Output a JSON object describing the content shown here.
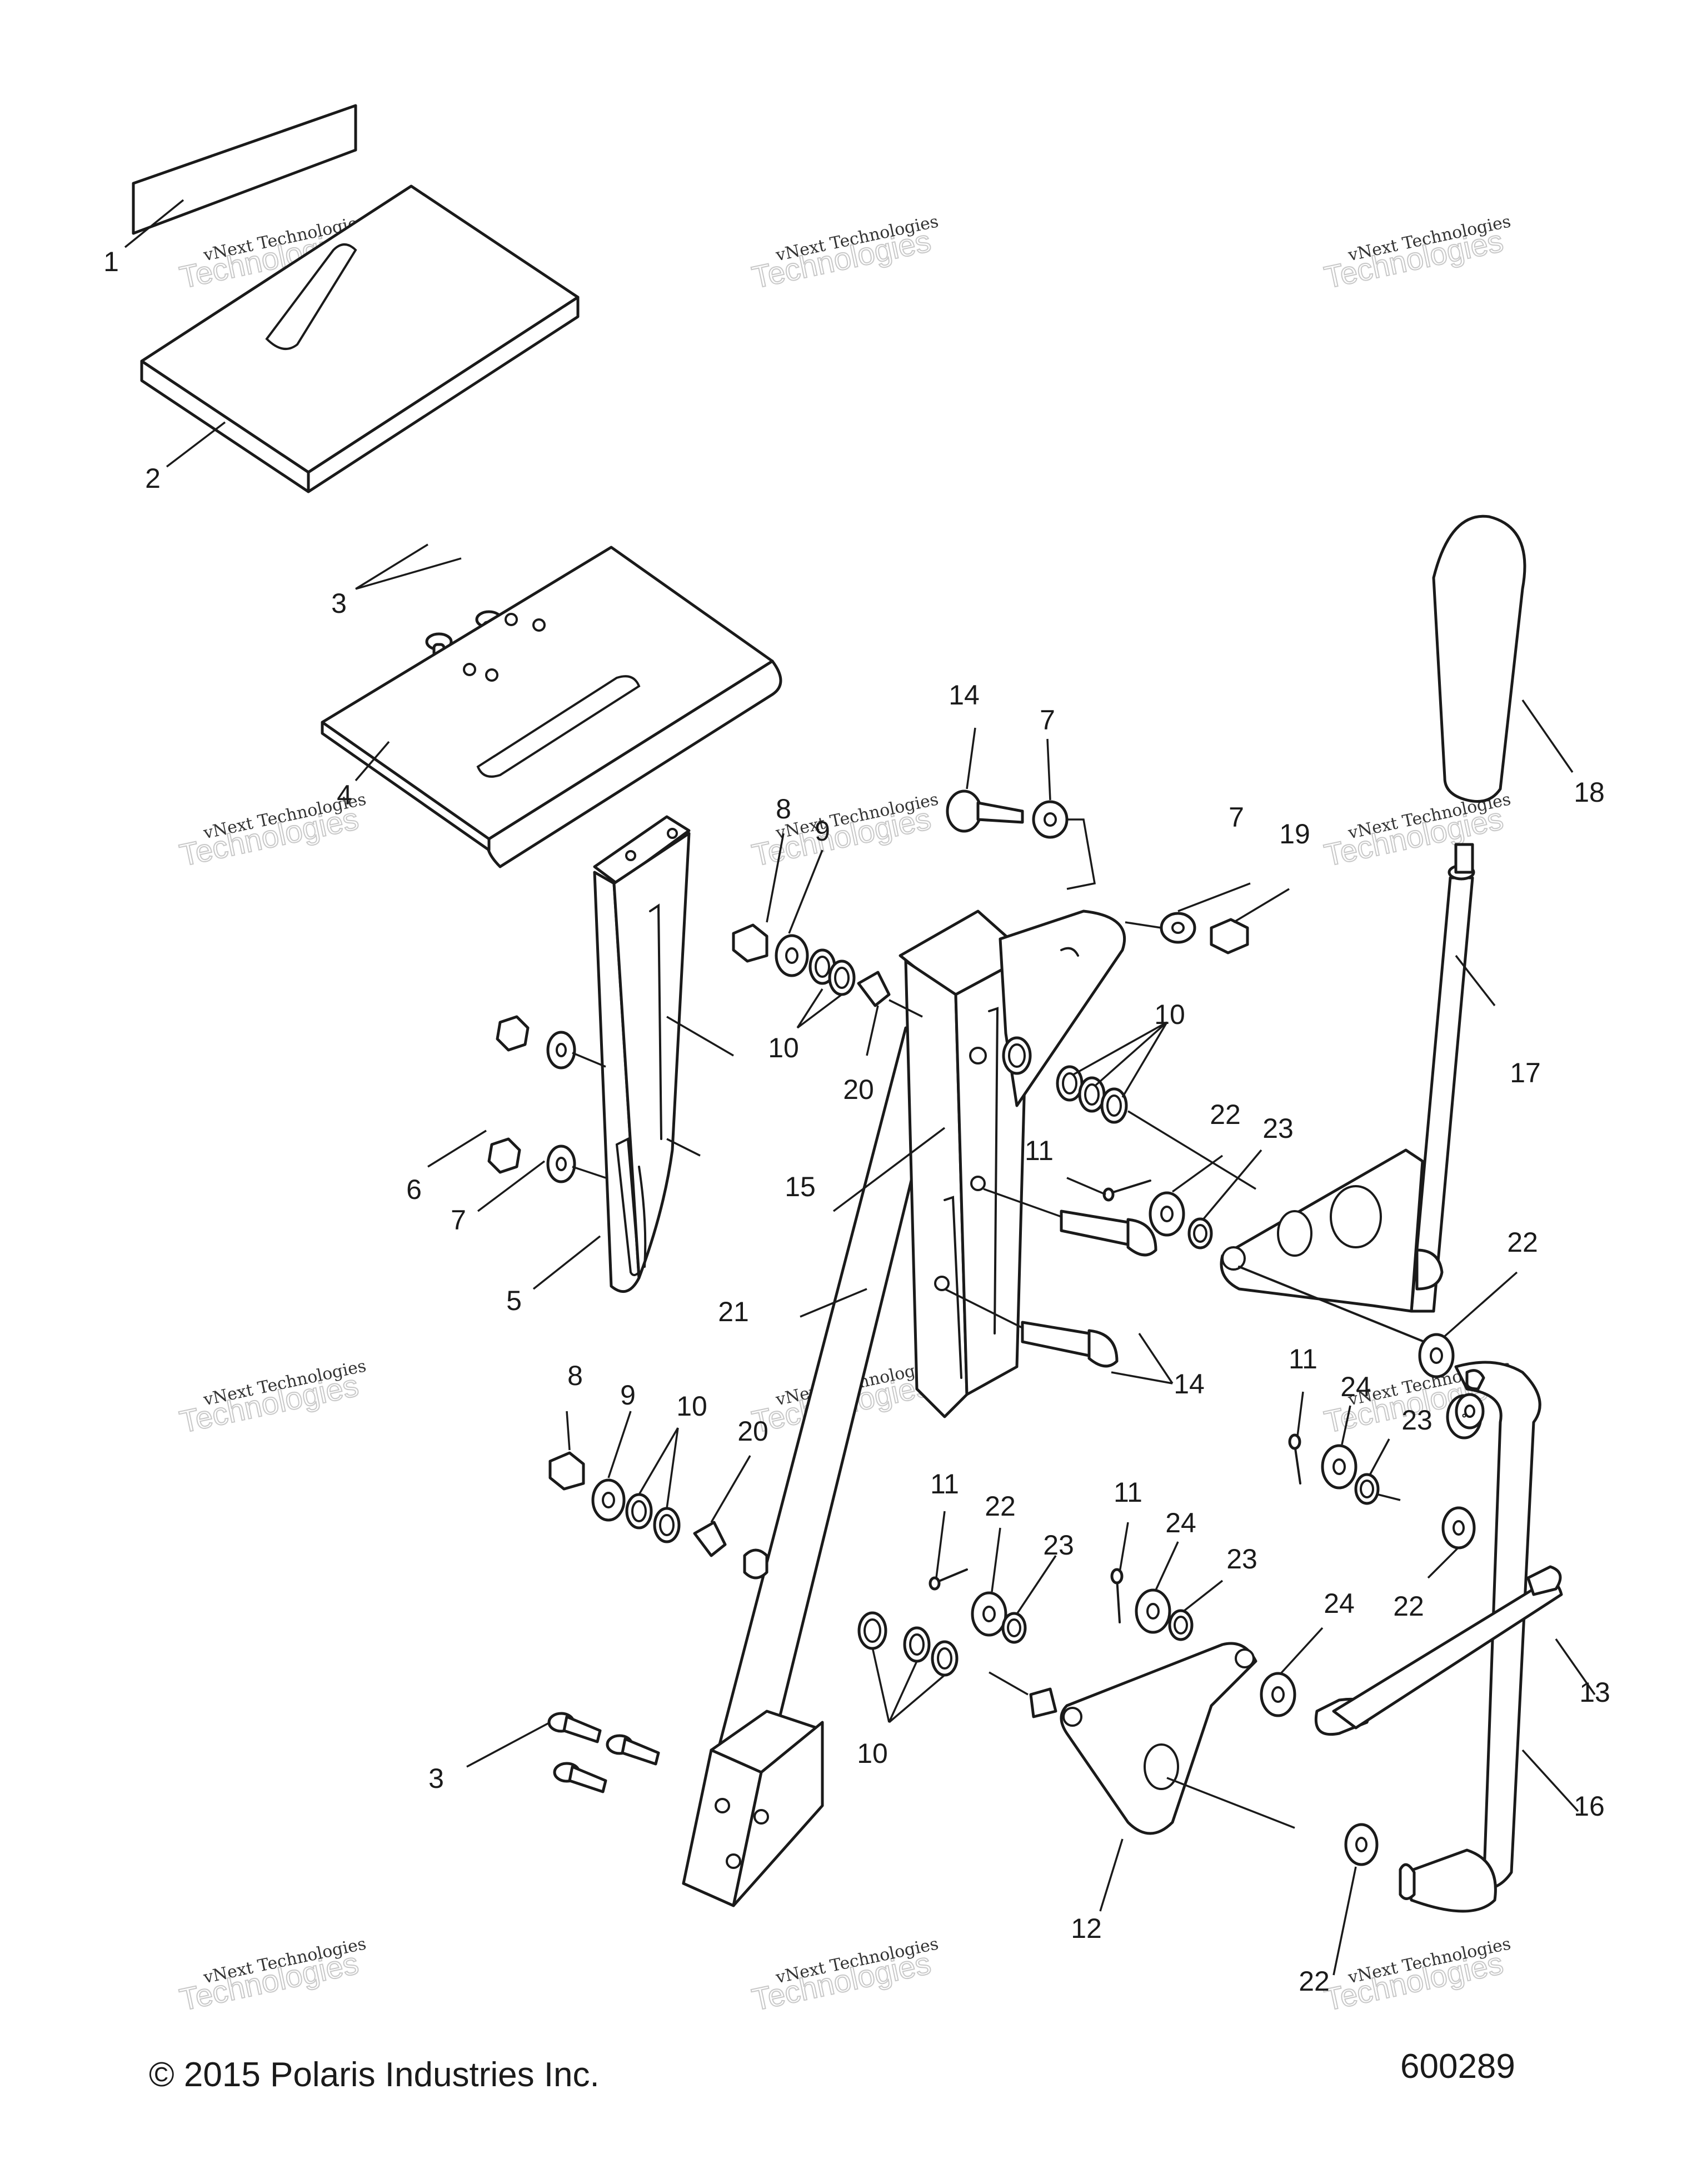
{
  "watermark": {
    "line1": "vNext Technologies",
    "line2": "Technologies",
    "line3": "vNext"
  },
  "footer": {
    "copyright": "© 2015 Polaris Industries Inc.",
    "drawing_number": "600289"
  },
  "callouts": {
    "c1": "1",
    "c2": "2",
    "c3a": "3",
    "c3b": "3",
    "c4": "4",
    "c5": "5",
    "c6": "6",
    "c7a": "7",
    "c7b": "7",
    "c7c": "7",
    "c8a": "8",
    "c8b": "8",
    "c9a": "9",
    "c9b": "9",
    "c10a": "10",
    "c10b": "10",
    "c10c": "10",
    "c10d": "10",
    "c11a": "11",
    "c11b": "11",
    "c11c": "11",
    "c11d": "11",
    "c12": "12",
    "c13": "13",
    "c14a": "14",
    "c14b": "14",
    "c15": "15",
    "c16": "16",
    "c17": "17",
    "c18": "18",
    "c19": "19",
    "c20a": "20",
    "c20b": "20",
    "c21": "21",
    "c22a": "22",
    "c22b": "22",
    "c22c": "22",
    "c22d": "22",
    "c22e": "22",
    "c23a": "23",
    "c23b": "23",
    "c23c": "23",
    "c23d": "23",
    "c24a": "24",
    "c24b": "24",
    "c24c": "24"
  },
  "colors": {
    "line": "#1a1a1a",
    "watermark": "#c8c8c8",
    "background": "#ffffff"
  }
}
